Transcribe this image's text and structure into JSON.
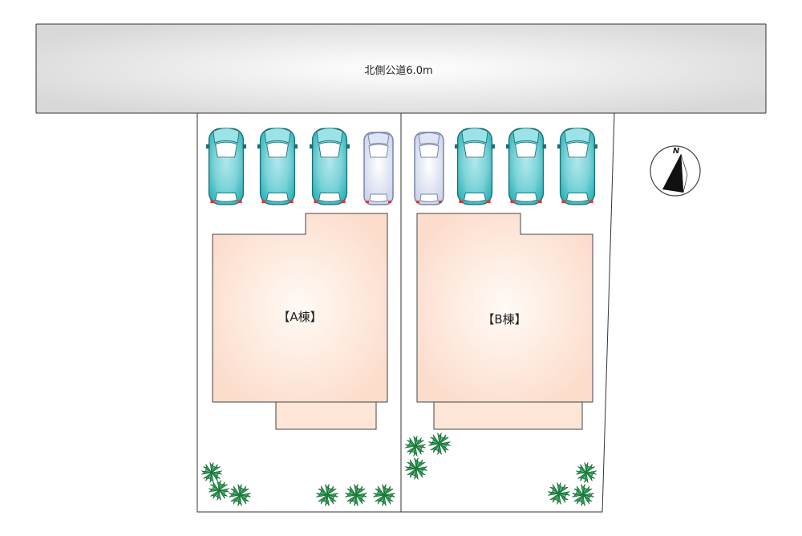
{
  "road": {
    "label": "北側公道6.0m"
  },
  "buildings": [
    {
      "id": "A",
      "label": "【A棟】"
    },
    {
      "id": "B",
      "label": "【B棟】"
    }
  ],
  "compass": {
    "label": "N"
  },
  "colors": {
    "road": "#e2e2e2",
    "house": "#fde6d6",
    "car_teal": "#3ab9bf",
    "car_white": "#e6eaf5",
    "tree": "#2e9d55"
  },
  "cars": {
    "lot_A": [
      "teal",
      "teal",
      "teal",
      "white"
    ],
    "lot_B": [
      "white",
      "teal",
      "teal",
      "teal"
    ]
  }
}
